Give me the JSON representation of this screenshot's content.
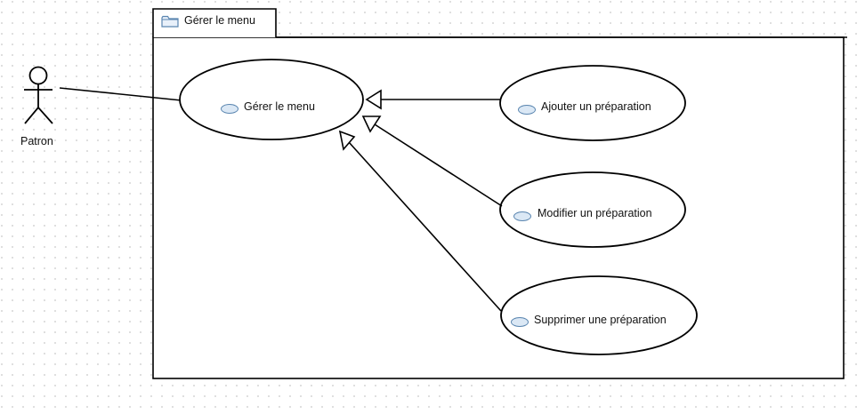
{
  "package": {
    "title": "Gérer le menu",
    "icon": "folder-icon"
  },
  "actor": {
    "name": "Patron",
    "icon": "stick-figure-actor-icon"
  },
  "use_cases": [
    {
      "id": "gerer",
      "label": "Gérer le menu"
    },
    {
      "id": "ajouter",
      "label": "Ajouter un préparation"
    },
    {
      "id": "modifier",
      "label": "Modifier un préparation"
    },
    {
      "id": "supprimer",
      "label": "Supprimer une préparation"
    }
  ],
  "relations": [
    {
      "type": "association",
      "from": "Patron",
      "to": "Gérer le menu"
    },
    {
      "type": "generalization",
      "from": "Ajouter un préparation",
      "to": "Gérer le menu"
    },
    {
      "type": "generalization",
      "from": "Modifier un préparation",
      "to": "Gérer le menu"
    },
    {
      "type": "generalization",
      "from": "Supprimer une préparation",
      "to": "Gérer le menu"
    }
  ],
  "colors": {
    "line": "#000000",
    "use_case_icon_fill": "#dbe8f5",
    "use_case_icon_stroke": "#5b86b0",
    "grid_dots": "#c8c8c8"
  }
}
